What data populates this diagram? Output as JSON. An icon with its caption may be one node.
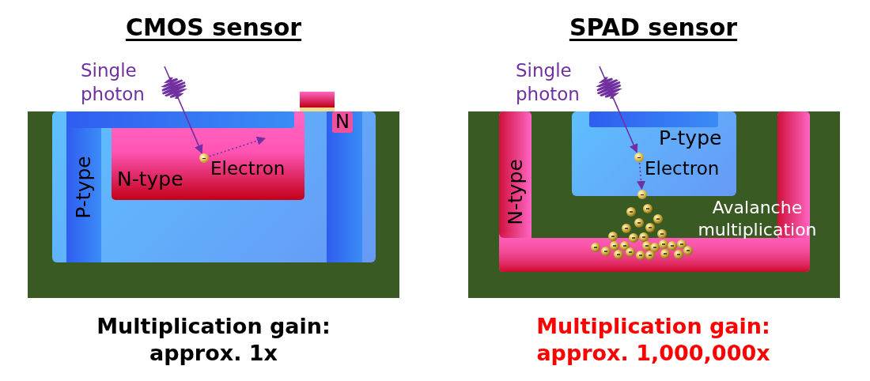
{
  "diagram": {
    "nodes": [
      {
        "text": [
          "P-type"
        ]
      },
      {
        "text": [
          "N-type"
        ],
        "in": 0
      },
      {
        "text": [
          "N"
        ],
        "in": 0
      },
      {
        "text": [
          "Single photon"
        ]
      },
      {
        "text": [],
        "shape": "circle",
        "in": 1,
        "beside": [
          "Electron"
        ]
      },
      {
        "text": [
          "Single photon"
        ]
      },
      {
        "text": [
          "N-type"
        ]
      },
      {
        "text": [
          "P-type"
        ]
      },
      {
        "text": [],
        "shape": "circle",
        "in": 7,
        "beside": [
          "Electron"
        ]
      },
      {
        "text": [],
        "shape": "circle"
      }
    ],
    "edges": [
      {
        "from": 3,
        "to": 4,
        "arrow": "to"
      },
      {
        "from": 4,
        "to": null,
        "arrow": "to",
        "style": "dashed"
      },
      {
        "from": 5,
        "to": 8,
        "arrow": "to"
      },
      {
        "from": 8,
        "to": 9,
        "arrow": "to",
        "style": "dashed"
      }
    ],
    "labels": [
      "CMOS sensor",
      "SPAD sensor",
      "Avalanche multiplication",
      "Multiplication gain: approx. 1x",
      "Multiplication gain: approx. 1,000,000x"
    ]
  }
}
